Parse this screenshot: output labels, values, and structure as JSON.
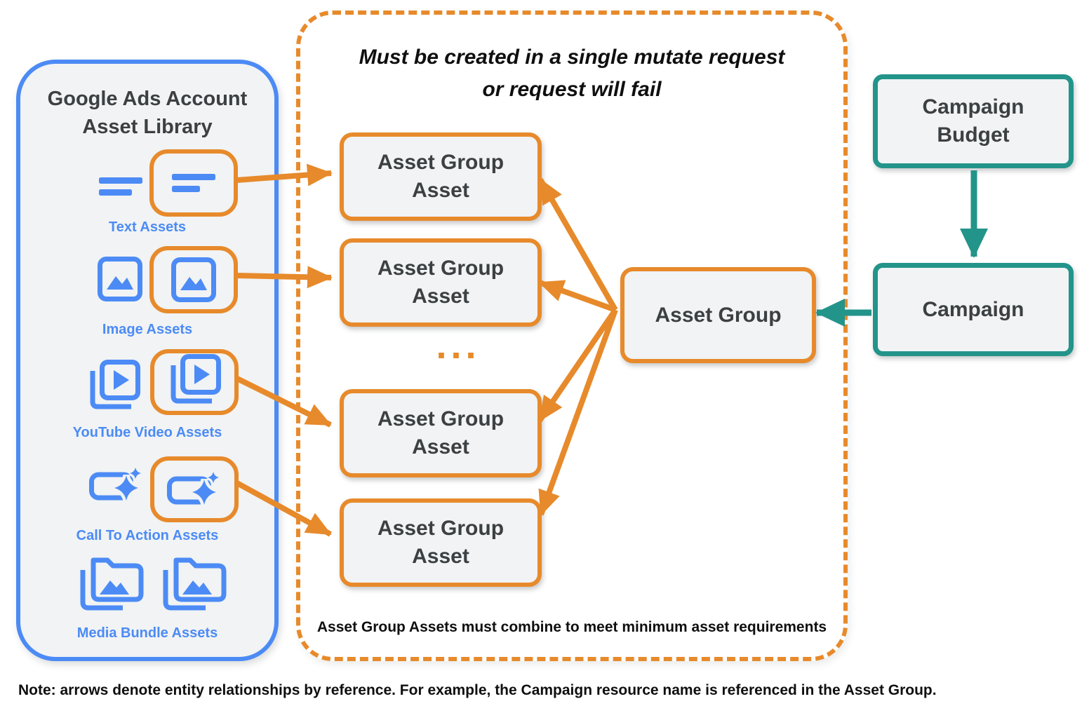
{
  "library": {
    "title_line1": "Google Ads Account",
    "title_line2": "Asset Library",
    "items": [
      {
        "label": "Text Assets",
        "icon": "text-lines-icon"
      },
      {
        "label": "Image Assets",
        "icon": "image-mountain-icon"
      },
      {
        "label": "YouTube Video  Assets",
        "icon": "video-play-stack-icon"
      },
      {
        "label": "Call To Action Assets",
        "icon": "button-sparkle-icon"
      },
      {
        "label": "Media Bundle  Assets",
        "icon": "folder-image-stack-icon"
      }
    ]
  },
  "mutate": {
    "title_line1": "Must be created in a single mutate request",
    "title_line2": "or request will fail",
    "ellipsis": "...",
    "footnote": "Asset Group Assets must combine to meet minimum asset requirements"
  },
  "boxes": {
    "asset_group_asset_line1": "Asset Group",
    "asset_group_asset_line2": "Asset",
    "asset_group": "Asset Group",
    "campaign_budget_line1": "Campaign",
    "campaign_budget_line2": "Budget",
    "campaign": "Campaign"
  },
  "note": "Note: arrows denote entity relationships by reference. For example, the Campaign resource name is referenced in the Asset Group.",
  "colors": {
    "orange": "#E78A2B",
    "blue": "#4C8BF5",
    "teal": "#23948A",
    "box_fill": "#F1F3F4",
    "text_dark": "#3C4043"
  }
}
